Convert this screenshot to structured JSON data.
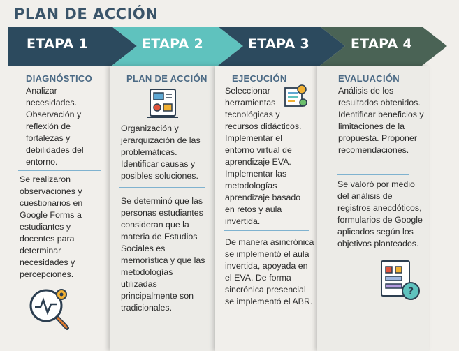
{
  "title": "PLAN DE ACCIÓN",
  "colors": {
    "etapa1": "#2c4a5e",
    "etapa2": "#5fc2be",
    "etapa3": "#2c4a5e",
    "etapa4": "#4a6355",
    "heading": "#4b6a85"
  },
  "stages": [
    {
      "label": "ETAPA 1",
      "heading": "DIAGNÓSTICO",
      "text1": "Analizar necesidades. Observación y reflexión de fortalezas y debilidades del entorno.",
      "text2": "Se realizaron observaciones y cuestionarios en Google Forms a estudiantes y docentes para determinar necesidades y percepciones.",
      "icon": "magnifier-analysis-icon"
    },
    {
      "label": "ETAPA 2",
      "heading": "PLAN DE ACCIÓN",
      "text1": "Organización y jerarquización de las problemáticas. Identificar causas y posibles soluciones.",
      "text2": "Se determinó que las personas estudiantes consideran que la materia de Estudios Sociales es memorística y que las metodologías utilizadas principalmente son tradicionales.",
      "icon": "planning-board-icon"
    },
    {
      "label": "ETAPA 3",
      "heading": "EJECUCIÓN",
      "text1": "Seleccionar herramientas tecnológicas y recursos didácticos. Implementar el entorno virtual de aprendizaje EVA. Implementar las metodologías aprendizaje basado en retos y aula invertida.",
      "text2": "De manera asincrónica se implementó el aula invertida, apoyada en el EVA. De forma sincrónica presencial se implementó el ABR.",
      "icon": "execution-tools-icon"
    },
    {
      "label": "ETAPA 4",
      "heading": "EVALUACIÓN",
      "text1": "Análisis de los resultados obtenidos. Identificar beneficios y limitaciones de la propuesta. Proponer recomendaciones.",
      "text2": "Se valoró por medio del análisis de registros anecdóticos, formularios de Google aplicados según los objetivos planteados.",
      "icon": "evaluation-checklist-icon"
    }
  ]
}
